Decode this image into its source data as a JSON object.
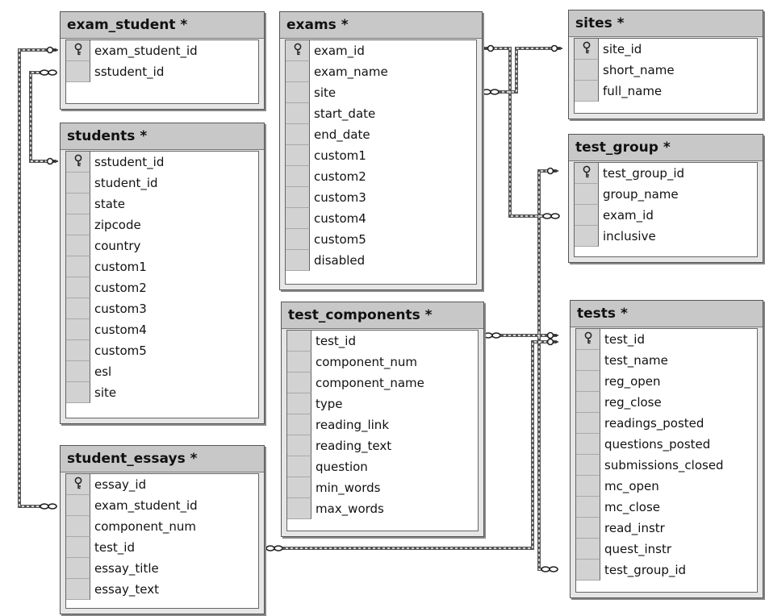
{
  "tables": {
    "exam_student": {
      "title": "exam_student *",
      "columns": [
        {
          "name": "exam_student_id",
          "pk": true
        },
        {
          "name": "sstudent_id",
          "pk": false
        }
      ]
    },
    "students": {
      "title": "students *",
      "columns": [
        {
          "name": "sstudent_id",
          "pk": true
        },
        {
          "name": "student_id",
          "pk": false
        },
        {
          "name": "state",
          "pk": false
        },
        {
          "name": "zipcode",
          "pk": false
        },
        {
          "name": "country",
          "pk": false
        },
        {
          "name": "custom1",
          "pk": false
        },
        {
          "name": "custom2",
          "pk": false
        },
        {
          "name": "custom3",
          "pk": false
        },
        {
          "name": "custom4",
          "pk": false
        },
        {
          "name": "custom5",
          "pk": false
        },
        {
          "name": "esl",
          "pk": false
        },
        {
          "name": "site",
          "pk": false
        }
      ]
    },
    "student_essays": {
      "title": "student_essays *",
      "columns": [
        {
          "name": "essay_id",
          "pk": true
        },
        {
          "name": "exam_student_id",
          "pk": false
        },
        {
          "name": "component_num",
          "pk": false
        },
        {
          "name": "test_id",
          "pk": false
        },
        {
          "name": "essay_title",
          "pk": false
        },
        {
          "name": "essay_text",
          "pk": false
        }
      ]
    },
    "exams": {
      "title": "exams *",
      "columns": [
        {
          "name": "exam_id",
          "pk": true
        },
        {
          "name": "exam_name",
          "pk": false
        },
        {
          "name": "site",
          "pk": false
        },
        {
          "name": "start_date",
          "pk": false
        },
        {
          "name": "end_date",
          "pk": false
        },
        {
          "name": "custom1",
          "pk": false
        },
        {
          "name": "custom2",
          "pk": false
        },
        {
          "name": "custom3",
          "pk": false
        },
        {
          "name": "custom4",
          "pk": false
        },
        {
          "name": "custom5",
          "pk": false
        },
        {
          "name": "disabled",
          "pk": false
        }
      ]
    },
    "test_components": {
      "title": "test_components *",
      "columns": [
        {
          "name": "test_id",
          "pk": false
        },
        {
          "name": "component_num",
          "pk": false
        },
        {
          "name": "component_name",
          "pk": false
        },
        {
          "name": "type",
          "pk": false
        },
        {
          "name": "reading_link",
          "pk": false
        },
        {
          "name": "reading_text",
          "pk": false
        },
        {
          "name": "question",
          "pk": false
        },
        {
          "name": "min_words",
          "pk": false
        },
        {
          "name": "max_words",
          "pk": false
        }
      ]
    },
    "sites": {
      "title": "sites *",
      "columns": [
        {
          "name": "site_id",
          "pk": true
        },
        {
          "name": "short_name",
          "pk": false
        },
        {
          "name": "full_name",
          "pk": false
        }
      ]
    },
    "test_group": {
      "title": "test_group *",
      "columns": [
        {
          "name": "test_group_id",
          "pk": true
        },
        {
          "name": "group_name",
          "pk": false
        },
        {
          "name": "exam_id",
          "pk": false
        },
        {
          "name": "inclusive",
          "pk": false
        }
      ]
    },
    "tests": {
      "title": "tests *",
      "columns": [
        {
          "name": "test_id",
          "pk": true
        },
        {
          "name": "test_name",
          "pk": false
        },
        {
          "name": "reg_open",
          "pk": false
        },
        {
          "name": "reg_close",
          "pk": false
        },
        {
          "name": "readings_posted",
          "pk": false
        },
        {
          "name": "questions_posted",
          "pk": false
        },
        {
          "name": "submissions_closed",
          "pk": false
        },
        {
          "name": "mc_open",
          "pk": false
        },
        {
          "name": "mc_close",
          "pk": false
        },
        {
          "name": "read_instr",
          "pk": false
        },
        {
          "name": "quest_instr",
          "pk": false
        },
        {
          "name": "test_group_id",
          "pk": false
        }
      ]
    }
  },
  "icons": {
    "primary_key": "key-icon",
    "relationship_one": "key-end-icon",
    "relationship_many": "infinity-end-icon"
  }
}
